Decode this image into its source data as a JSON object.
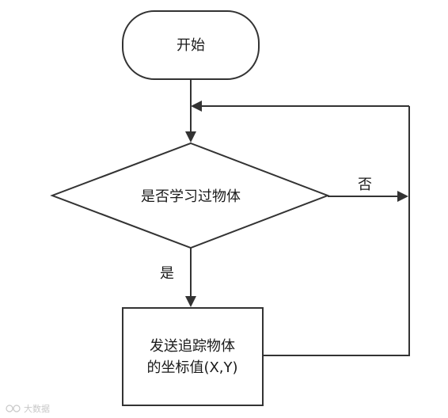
{
  "diagram": {
    "nodes": {
      "start": {
        "label": "开始"
      },
      "decision": {
        "label": "是否学习过物体"
      },
      "action": {
        "line1": "发送追踪物体",
        "line2": "的坐标值(X,Y)"
      }
    },
    "edges": {
      "no_label": "否",
      "yes_label": "是"
    }
  },
  "watermark": {
    "text": "大数据"
  },
  "colors": {
    "stroke": "#333333",
    "text": "#1a1a1a",
    "background": "#ffffff"
  }
}
